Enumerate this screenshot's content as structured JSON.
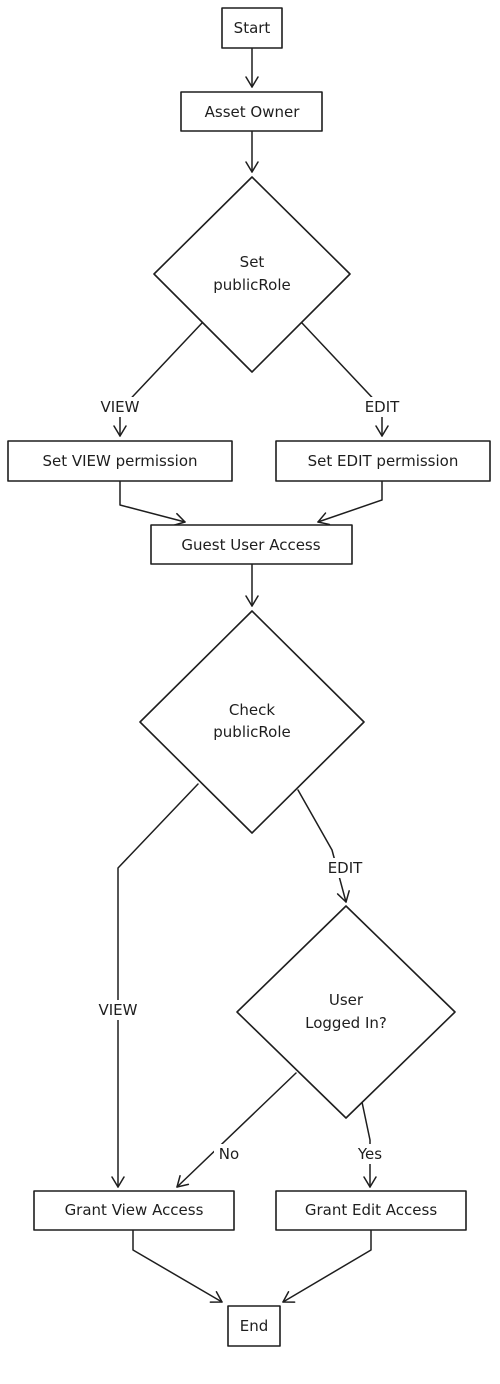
{
  "nodes": {
    "start": "Start",
    "asset_owner": "Asset Owner",
    "set_public_role": [
      "Set",
      "publicRole"
    ],
    "set_view_permission": "Set VIEW permission",
    "set_edit_permission": "Set EDIT permission",
    "guest_user_access": "Guest User Access",
    "check_public_role": [
      "Check",
      "publicRole"
    ],
    "user_logged_in": [
      "User",
      "Logged In?"
    ],
    "grant_view_access": "Grant View Access",
    "grant_edit_access": "Grant Edit Access",
    "end": "End"
  },
  "edge_labels": {
    "view_1": "VIEW",
    "edit_1": "EDIT",
    "edit_2": "EDIT",
    "view_2": "VIEW",
    "no": "No",
    "yes": "Yes"
  },
  "colors": {
    "stroke": "#1e1e1e",
    "background": "#ffffff"
  }
}
